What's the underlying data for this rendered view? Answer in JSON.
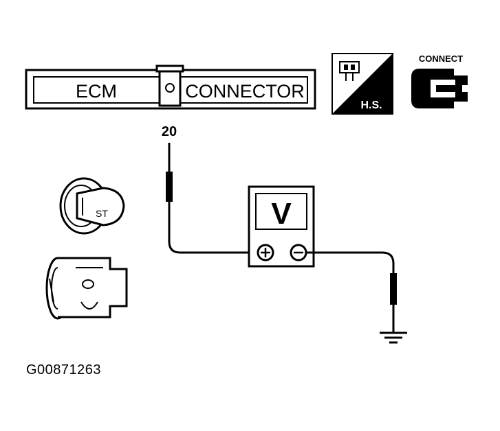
{
  "connector": {
    "left_label": "ECM",
    "right_label": "CONNECTOR"
  },
  "pin_number": "20",
  "voltmeter": {
    "symbol": "V",
    "positive": "+",
    "negative": "−"
  },
  "harness_side_icon": {
    "icon": "harness-side-icon",
    "label": "H.S."
  },
  "connect_icon": {
    "icon": "connector-icon",
    "label": "CONNECT"
  },
  "ignition_key": {
    "icon": "ignition-key-icon",
    "label": "ST"
  },
  "starter_icon": "starter-motor-icon",
  "ground_icon": "ground-icon",
  "figure_id": "G00871263"
}
